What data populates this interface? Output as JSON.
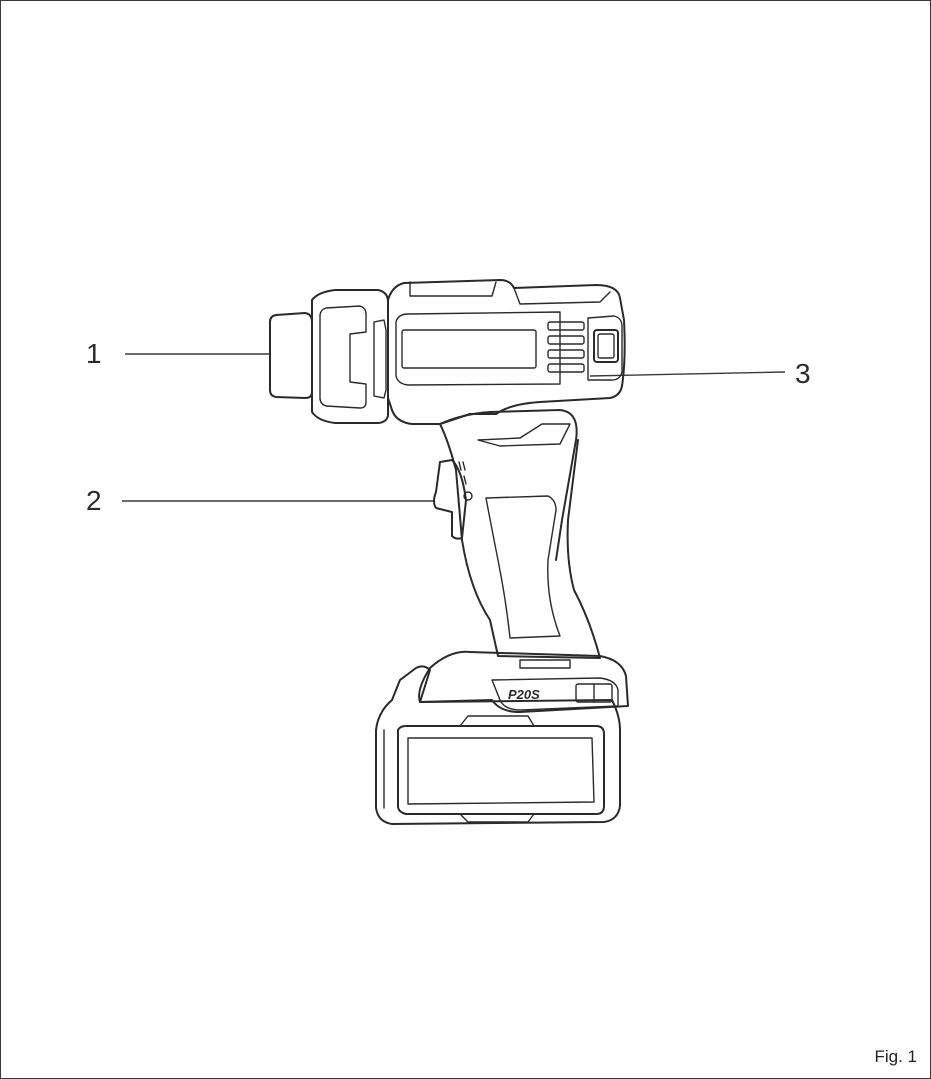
{
  "callouts": [
    {
      "number": "1",
      "part": "chuck"
    },
    {
      "number": "2",
      "part": "trigger"
    },
    {
      "number": "3",
      "part": "selector"
    }
  ],
  "battery_label": "P20S",
  "caption": "Fig. 1",
  "colors": {
    "line": "#2a2a2a",
    "frame": "#3a3a3a",
    "background": "#ffffff"
  }
}
